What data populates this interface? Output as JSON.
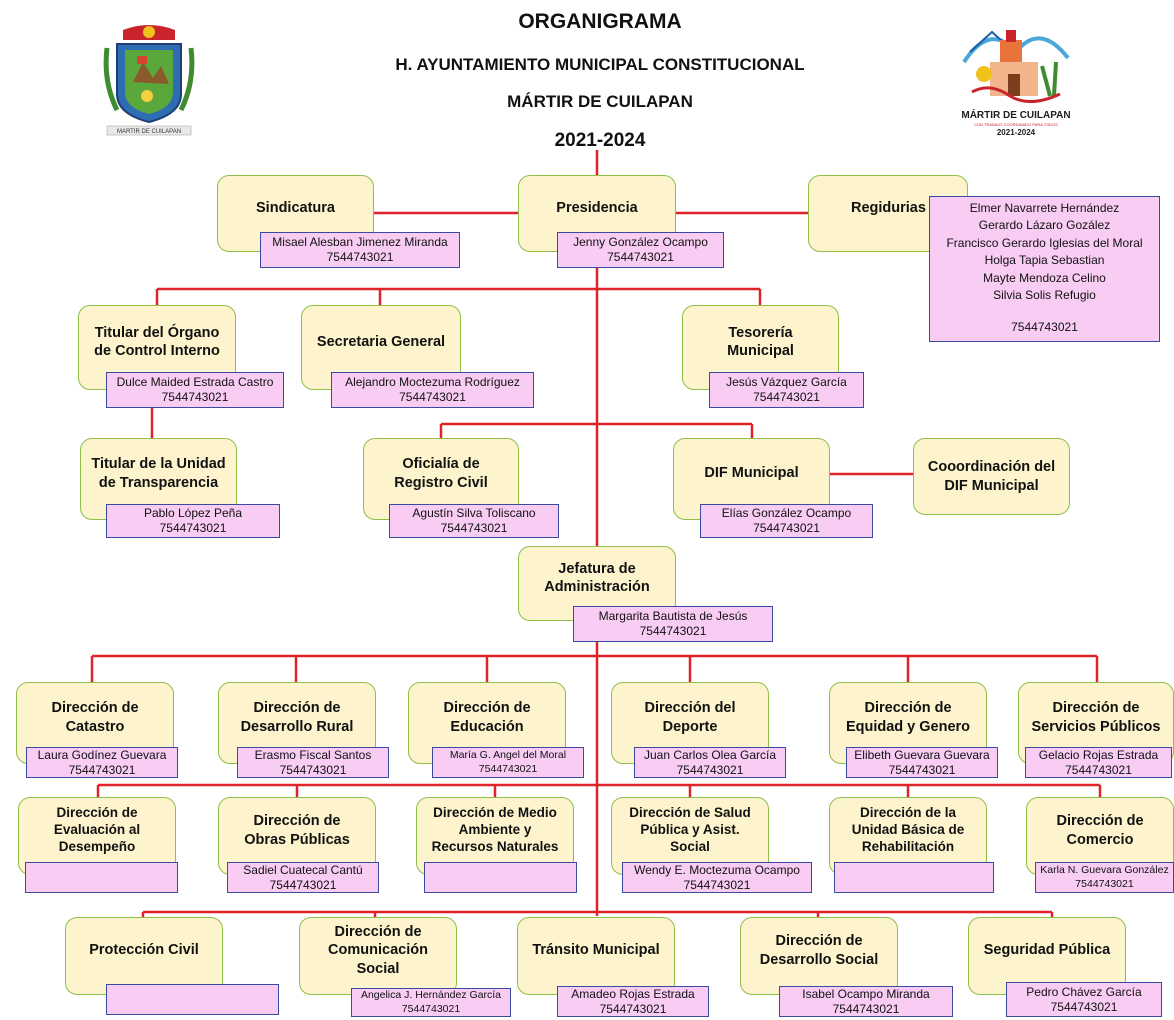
{
  "header": {
    "title": "ORGANIGRAMA",
    "line1": "H. AYUNTAMIENTO MUNICIPAL CONSTITUCIONAL",
    "line2": "MÁRTIR DE CUILAPAN",
    "period": "2021-2024"
  },
  "logo_left": {
    "icon": "municipal-coat-of-arms",
    "text": "MARTIR DE CUILAPAN"
  },
  "logo_right": {
    "icon": "municipal-logo-church-bridge",
    "text": "MÁRTIR DE CUILAPAN",
    "tagline": "CON TRABAJO COORDINADO PARA TODOS",
    "period": "2021-2024"
  },
  "colors": {
    "box_fill": "#fdf3cc",
    "box_border": "#8fbf48",
    "label_fill": "#f8ccf3",
    "label_border": "#3a4a9e",
    "connector": "#e0222a"
  },
  "units": {
    "presidencia": {
      "title": "Presidencia",
      "name": "Jenny González Ocampo",
      "phone": "7544743021"
    },
    "sindicatura": {
      "title": "Sindicatura",
      "name": "Misael Alesban Jimenez Miranda",
      "phone": "7544743021"
    },
    "regidurias": {
      "title": "Regidurias",
      "members": [
        "Elmer Navarrete Hernández",
        "Gerardo Lázaro Gozález",
        "Francisco Gerardo Iglesias del Moral",
        "Holga Tapia Sebastian",
        "Mayte Mendoza Celino",
        "Silvia Solis Refugio"
      ],
      "phone": "7544743021"
    },
    "control_interno": {
      "title": "Titular del Órgano\nde Control Interno",
      "name": "Dulce Maided Estrada Castro",
      "phone": "7544743021"
    },
    "secretaria": {
      "title": "Secretaria General",
      "name": "Alejandro Moctezuma Rodríguez",
      "phone": "7544743021"
    },
    "tesoreria": {
      "title": "Tesorería\nMunicipal",
      "name": "Jesús Vázquez García",
      "phone": "7544743021"
    },
    "transparencia": {
      "title": "Titular de la Unidad\nde Transparencia",
      "name": "Pablo López Peña",
      "phone": "7544743021"
    },
    "registro_civil": {
      "title": "Oficialía de\nRegistro Civil",
      "name": "Agustín Silva Toliscano",
      "phone": "7544743021"
    },
    "dif": {
      "title": "DIF Municipal",
      "name": "Elías González Ocampo",
      "phone": "7544743021"
    },
    "coord_dif": {
      "title": "Cooordinación del\nDIF Municipal"
    },
    "administracion": {
      "title": "Jefatura de\nAdministración",
      "name": "Margarita Bautista de Jesús",
      "phone": "7544743021"
    },
    "catastro": {
      "title": "Dirección de\nCatastro",
      "name": "Laura Godínez Guevara",
      "phone": "7544743021"
    },
    "desarrollo_rural": {
      "title": "Dirección de\nDesarrollo Rural",
      "name": "Erasmo Fiscal Santos",
      "phone": "7544743021"
    },
    "educacion": {
      "title": "Dirección de\nEducación",
      "name": "María G. Angel del Moral",
      "phone": "7544743021"
    },
    "deporte": {
      "title": "Dirección del\nDeporte",
      "name": "Juan Carlos Olea García",
      "phone": "7544743021"
    },
    "equidad": {
      "title": "Dirección de\nEquidad y Genero",
      "name": "Elibeth Guevara Guevara",
      "phone": "7544743021"
    },
    "servicios": {
      "title": "Dirección de\nServicios Públicos",
      "name": "Gelacio Rojas Estrada",
      "phone": "7544743021"
    },
    "evaluacion": {
      "title": "Dirección de\nEvaluación al\nDesempeño",
      "name": "",
      "phone": ""
    },
    "obras": {
      "title": "Dirección de\nObras Públicas",
      "name": "Sadiel Cuatecal Cantú",
      "phone": "7544743021"
    },
    "medio_ambiente": {
      "title": "Dirección de Medio\nAmbiente y\nRecursos Naturales",
      "name": "",
      "phone": ""
    },
    "salud": {
      "title": "Dirección de Salud\nPública y Asist.\nSocial",
      "name": "Wendy E. Moctezuma Ocampo",
      "phone": "7544743021"
    },
    "ubr": {
      "title": "Dirección de la\nUnidad Básica de\nRehabilitación",
      "name": "",
      "phone": ""
    },
    "comercio": {
      "title": "Dirección de\nComercio",
      "name": "Karla N. Guevara González",
      "phone": "7544743021"
    },
    "proteccion_civil": {
      "title": "Protección Civil",
      "name": "",
      "phone": ""
    },
    "comunicacion": {
      "title": "Dirección de\nComunicación\nSocial",
      "name": "Angelica J. Hernández García",
      "phone": "7544743021"
    },
    "transito": {
      "title": "Tránsito Municipal",
      "name": "Amadeo Rojas Estrada",
      "phone": "7544743021"
    },
    "desarrollo_social": {
      "title": "Dirección de\nDesarrollo Social",
      "name": "Isabel Ocampo Miranda",
      "phone": "7544743021"
    },
    "seguridad": {
      "title": "Seguridad Pública",
      "name": "Pedro Chávez García",
      "phone": "7544743021"
    }
  }
}
